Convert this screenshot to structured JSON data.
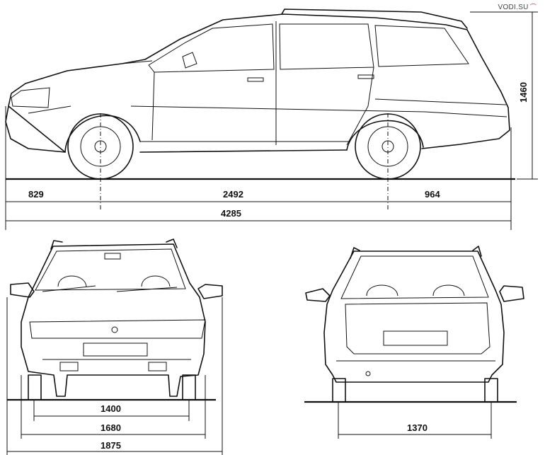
{
  "watermark": {
    "text": "VODI.SU",
    "color": "#c0392b"
  },
  "dimensions": {
    "front_overhang": "829",
    "wheelbase": "2492",
    "rear_overhang": "964",
    "overall_length": "4285",
    "height": "1460",
    "front_track": "1400",
    "body_width": "1680",
    "overall_width": "1875",
    "rear_track": "1370"
  },
  "colors": {
    "line": "#111111",
    "background": "#ffffff"
  }
}
